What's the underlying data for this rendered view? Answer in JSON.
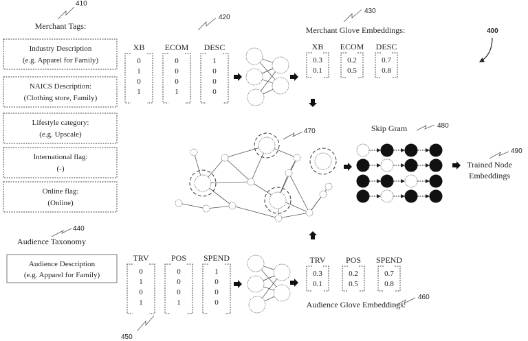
{
  "refs": {
    "r410": "410",
    "r420": "420",
    "r430": "430",
    "r400": "400",
    "r440": "440",
    "r450": "450",
    "r460": "460",
    "r470": "470",
    "r480": "480",
    "r490": "490"
  },
  "merchant": {
    "title": "Merchant Tags:",
    "boxes": [
      {
        "line1": "Industry Description",
        "line2": "(e.g. Apparel for Family)"
      },
      {
        "line1": "NAICS Description:",
        "line2": "(Clothing store, Family)"
      },
      {
        "line1": "Lifestyle category:",
        "line2": "(e.g. Upscale)"
      },
      {
        "line1": "International flag:",
        "line2": "(-)"
      },
      {
        "line1": "Online flag:",
        "line2": "(Online)"
      }
    ],
    "one_hot": [
      {
        "header": "XB",
        "values": [
          "0",
          "1",
          "0",
          "1"
        ]
      },
      {
        "header": "ECOM",
        "values": [
          "0",
          "0",
          "0",
          "1"
        ]
      },
      {
        "header": "DESC",
        "values": [
          "1",
          "0",
          "0",
          "0"
        ]
      }
    ],
    "glove_title": "Merchant Glove Embeddings:",
    "glove": [
      {
        "header": "XB",
        "values": [
          "0.3",
          "0.1"
        ]
      },
      {
        "header": "ECOM",
        "values": [
          "0.2",
          "0.5"
        ]
      },
      {
        "header": "DESC",
        "values": [
          "0.7",
          "0.8"
        ]
      }
    ]
  },
  "audience": {
    "title": "Audience Taxonomy",
    "box": {
      "line1": "Audience Description",
      "line2": "(e.g. Apparel for Family)"
    },
    "one_hot": [
      {
        "header": "TRV",
        "values": [
          "0",
          "1",
          "0",
          "1"
        ]
      },
      {
        "header": "POS",
        "values": [
          "0",
          "0",
          "0",
          "1"
        ]
      },
      {
        "header": "SPEND",
        "values": [
          "1",
          "0",
          "0",
          "0"
        ]
      }
    ],
    "glove_title": "Audience Glove Embeddings:",
    "glove": [
      {
        "header": "TRV",
        "values": [
          "0.3",
          "0.1"
        ]
      },
      {
        "header": "POS",
        "values": [
          "0.2",
          "0.5"
        ]
      },
      {
        "header": "SPEND",
        "values": [
          "0.7",
          "0.8"
        ]
      }
    ]
  },
  "skip_gram": {
    "title": "Skip Gram",
    "grid_filled": [
      [
        false,
        true,
        true,
        true
      ],
      [
        true,
        false,
        true,
        true
      ],
      [
        true,
        true,
        false,
        true
      ],
      [
        true,
        false,
        true,
        true
      ]
    ]
  },
  "output": {
    "line1": "Trained Node",
    "line2": "Embeddings"
  }
}
